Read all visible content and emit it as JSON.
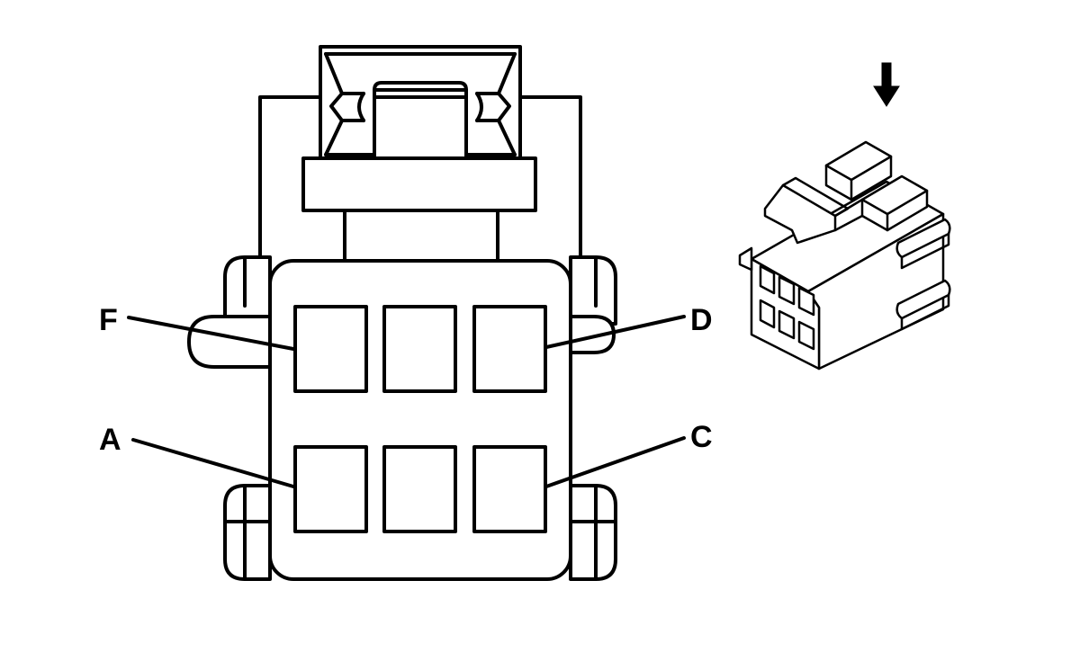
{
  "diagram": {
    "pin_labels": {
      "F": "F",
      "D": "D",
      "A": "A",
      "C": "C"
    }
  }
}
